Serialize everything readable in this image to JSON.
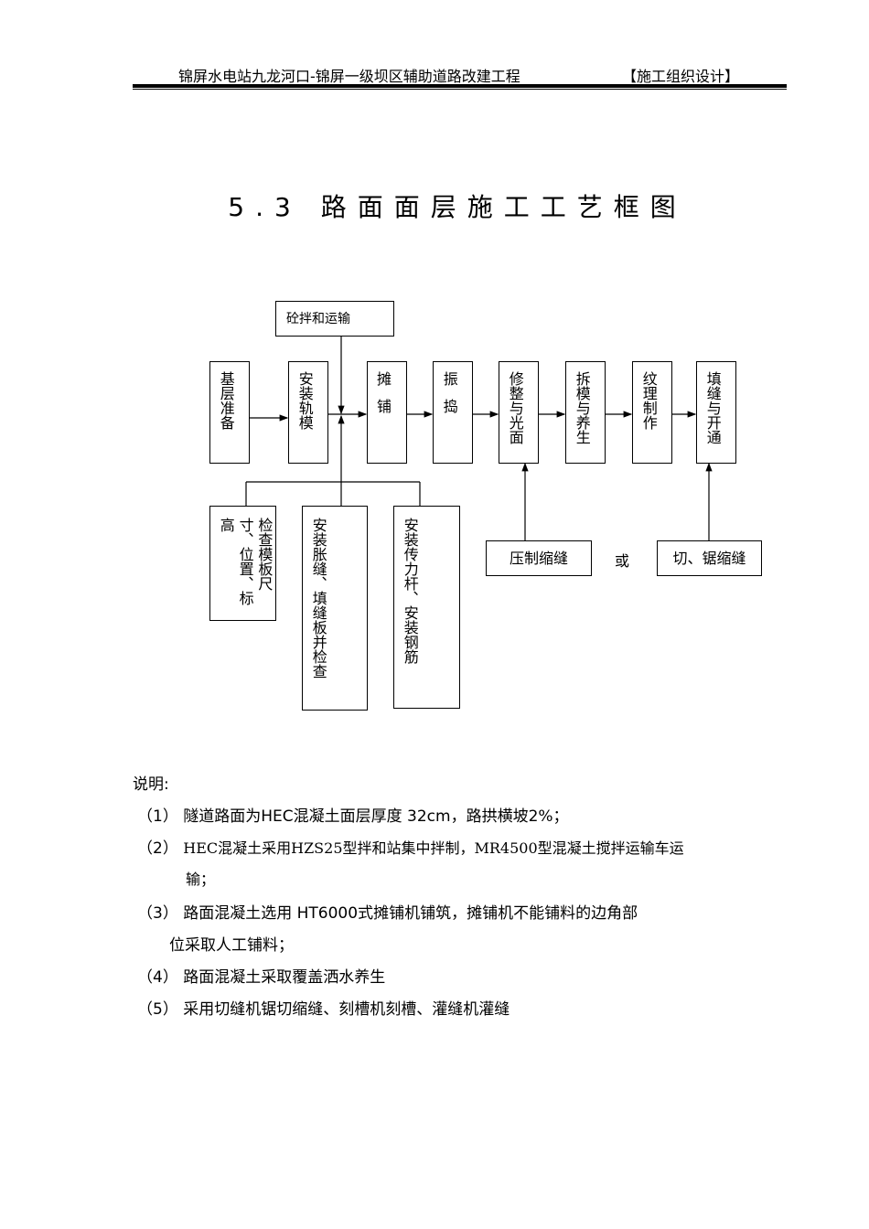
{
  "header": {
    "project": "锦屏水电站九龙河口-锦屏一级坝区辅助道路改建工程",
    "section": "【施工组织设计】"
  },
  "title": "5.3  路面面层施工工艺框图",
  "flow": {
    "top_box": "砼拌和运输",
    "steps": [
      "基层准备",
      "安装轨模",
      "摊铺",
      "振捣",
      "修整与光面",
      "拆模与养生",
      "纹理制作",
      "填缝与开通"
    ],
    "checks": [
      "检查模板尺寸、位置、标高",
      "安装胀缝、填缝板并检查",
      "安装传力杆、安装钢筋"
    ],
    "joint_a": "压制缩缝",
    "or": "或",
    "joint_b": "切、锯缩缝"
  },
  "notes": {
    "heading": "说明:",
    "items": [
      {
        "num": "（1）",
        "text": "隧道路面为HEC混凝土面层厚度    32cm，路拱横坡2%；"
      },
      {
        "num": "（2）",
        "text": "HEC混凝土采用HZS25型拌和站集中拌制，MR4500型混凝土搅拌运输车运",
        "cont": "输；"
      },
      {
        "num": "（3）",
        "text": "路面混凝土选用    HT6000式摊铺机铺筑，摊铺机不能铺料的边角部",
        "cont": "位采取人工铺料；"
      },
      {
        "num": "（4）",
        "text": "路面混凝土采取覆盖洒水养生"
      },
      {
        "num": "（5）",
        "text": "采用切缝机锯切缩缝、刻槽机刻槽、灌缝机灌缝"
      }
    ]
  }
}
